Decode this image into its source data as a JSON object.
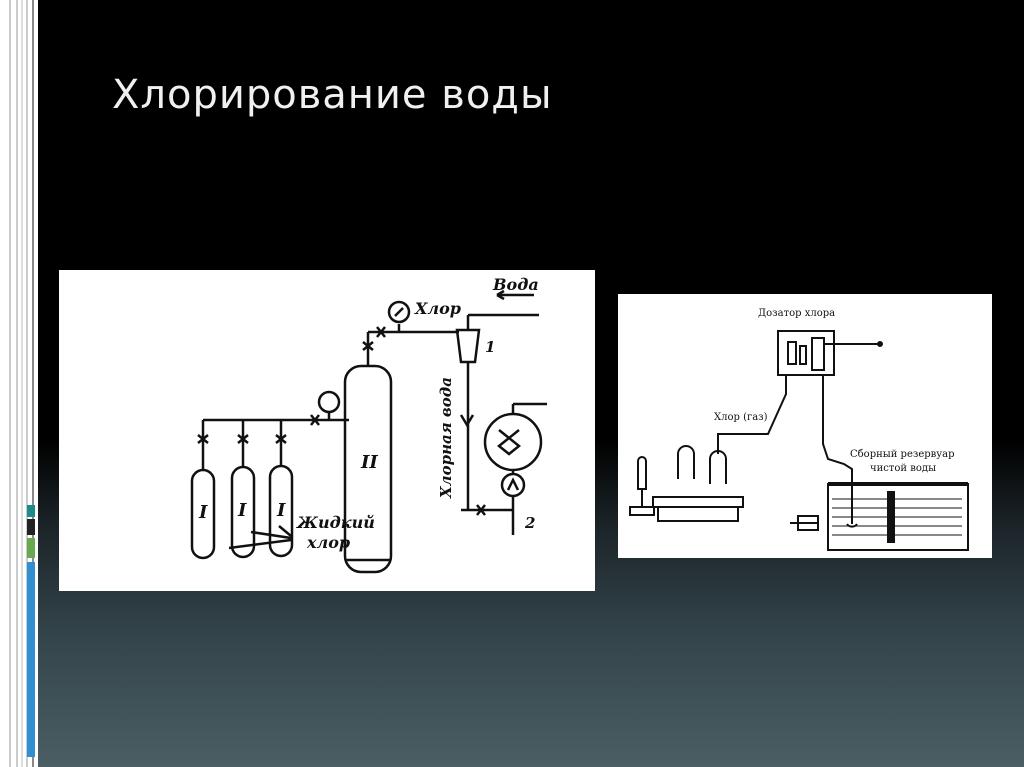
{
  "slide": {
    "title": "Хлорирование воды"
  },
  "diagram_left": {
    "label_water": "Вода",
    "label_chlorine": "Хлор",
    "label_chlorinated_water": "Хлорная вода",
    "label_liquid_chlorine_1": "Жидкий",
    "label_liquid_chlorine_2": "хлор",
    "cylinder_small": "I",
    "cylinder_big": "II",
    "marker_1": "1",
    "marker_2": "2"
  },
  "diagram_right": {
    "label_dosing": "Дозатор хлора",
    "label_gas": "Хлор (газ)",
    "label_reservoir_1": "Сборный резервуар",
    "label_reservoir_2": "чистой воды"
  },
  "colors": {
    "background": "#000000",
    "strip": "#ffffff",
    "accent_teal": "#1e8a8a",
    "accent_green": "#6aa84f",
    "accent_blue": "#2f8fd0"
  }
}
